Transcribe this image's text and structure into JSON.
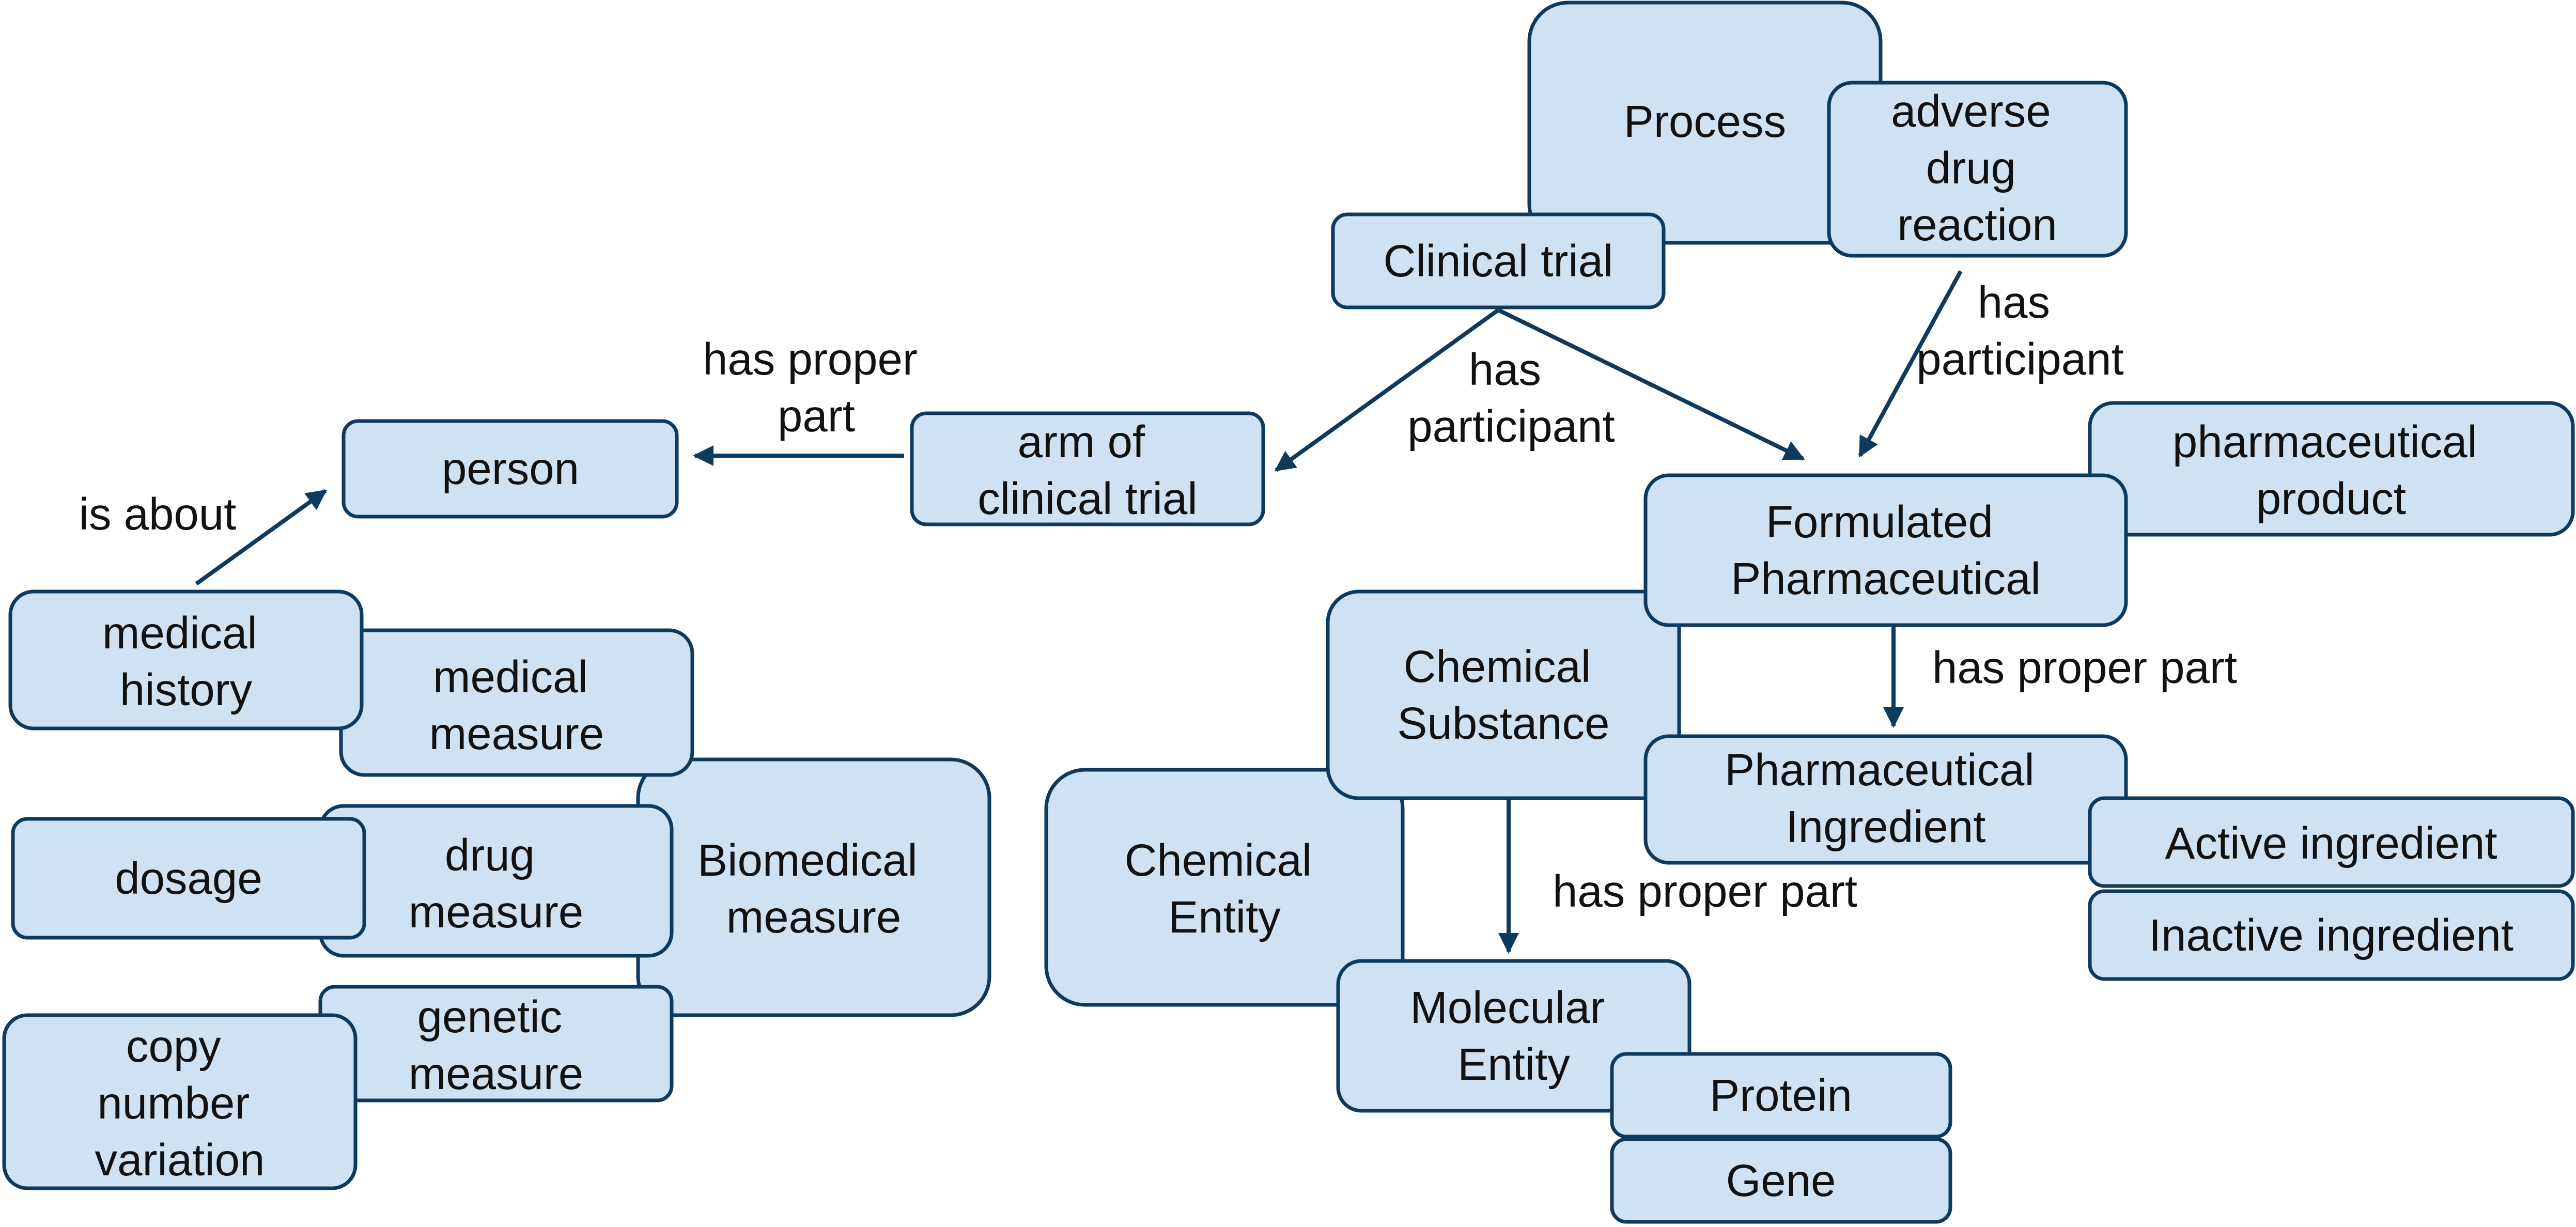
{
  "colors": {
    "node_fill": "#cfe2f3",
    "node_border": "#0e3a5e",
    "arrow": "#0e3a5e",
    "text": "#111111"
  },
  "nodes": {
    "process": [
      "Process"
    ],
    "adverse_drug_reaction": [
      "adverse",
      "drug",
      "reaction"
    ],
    "clinical_trial": [
      "Clinical trial"
    ],
    "arm_of_clinical_trial": [
      "arm of",
      "clinical trial"
    ],
    "person": [
      "person"
    ],
    "pharmaceutical_product": [
      "pharmaceutical",
      "product"
    ],
    "formulated_pharmaceutical": [
      "Formulated",
      "Pharmaceutical"
    ],
    "chemical_substance": [
      "Chemical",
      "Substance"
    ],
    "pharmaceutical_ingredient": [
      "Pharmaceutical",
      "Ingredient"
    ],
    "active_ingredient": [
      "Active ingredient"
    ],
    "inactive_ingredient": [
      "Inactive ingredient"
    ],
    "chemical_entity": [
      "Chemical",
      "Entity"
    ],
    "molecular_entity": [
      "Molecular",
      "Entity"
    ],
    "protein": [
      "Protein"
    ],
    "gene": [
      "Gene"
    ],
    "biomedical_measure": [
      "Biomedical",
      "measure"
    ],
    "medical_history": [
      "medical",
      "history"
    ],
    "medical_measure": [
      "medical",
      "measure"
    ],
    "dosage": [
      "dosage"
    ],
    "drug_measure": [
      "drug",
      "measure"
    ],
    "genetic_measure": [
      "genetic",
      "measure"
    ],
    "copy_number_variation": [
      "copy",
      "number",
      "variation"
    ]
  },
  "edge_labels": {
    "has_proper_part_person": [
      "has proper",
      "part"
    ],
    "is_about": [
      "is about"
    ],
    "has_participant_trial": [
      "has",
      "participant"
    ],
    "has_participant_adr": [
      "has",
      "participant"
    ],
    "has_proper_part_ingredient": [
      "has proper part"
    ],
    "has_proper_part_molecular": [
      "has proper part"
    ]
  }
}
